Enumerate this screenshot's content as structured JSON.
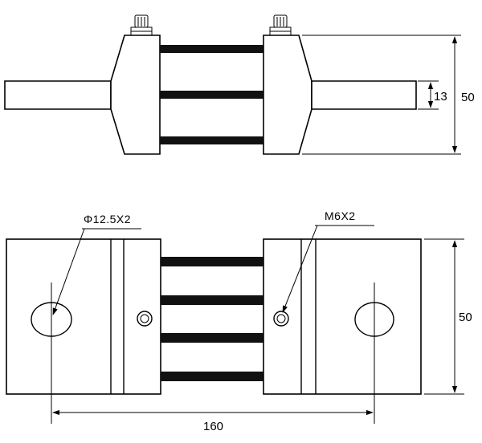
{
  "drawing": {
    "side_view": {
      "dim_thickness": "13",
      "dim_height": "50"
    },
    "top_view": {
      "hole_note": "Φ12.5X2",
      "screw_note": "M6X2",
      "dim_height": "50",
      "dim_length": "160"
    }
  }
}
